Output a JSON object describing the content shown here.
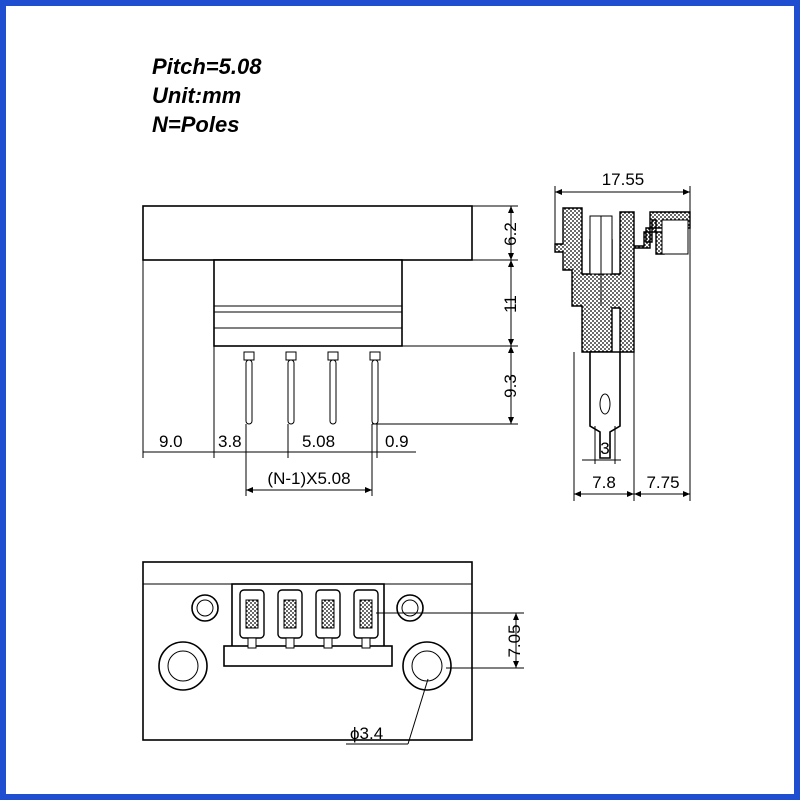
{
  "notes": {
    "pitch": "Pitch=5.08",
    "unit": "Unit:mm",
    "poles": "N=Poles"
  },
  "front_view": {
    "dim_top_flange": "6.2",
    "dim_body": "11",
    "dim_pins": "9.3",
    "dim_left_margin": "9.0",
    "dim_first_pin": "3.8",
    "dim_pitch": "5.08",
    "dim_pin_width": "0.9",
    "dim_total_span": "(N-1)X5.08",
    "pin_count": 4
  },
  "side_view": {
    "dim_overall_width": "17.55",
    "dim_slot": "3",
    "dim_left": "7.8",
    "dim_right": "7.75"
  },
  "bottom_view": {
    "dim_hole_offset": "7.05",
    "dim_hole_diameter": "ϕ3.4"
  },
  "colors": {
    "frame_border": "#1f4fd0"
  }
}
